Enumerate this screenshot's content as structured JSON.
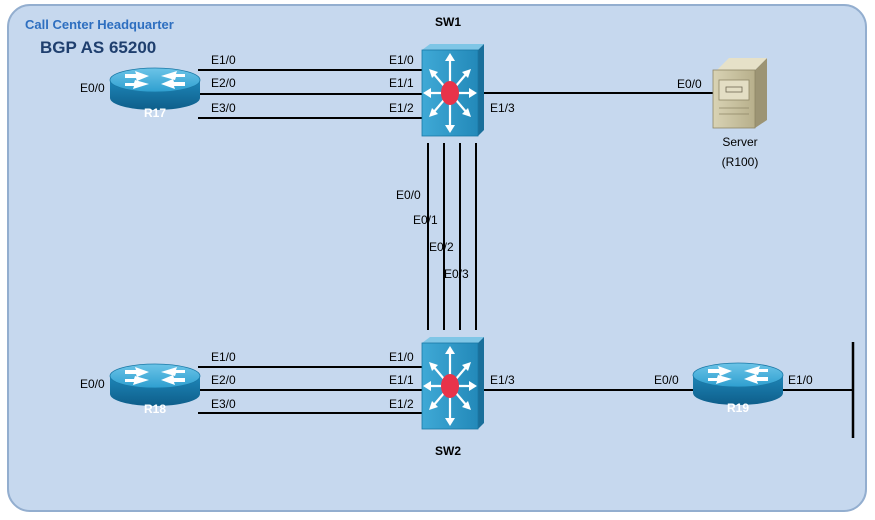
{
  "header": {
    "title": "Call Center Headquarter",
    "subtitle": "BGP AS 65200"
  },
  "devices": {
    "sw1": "SW1",
    "sw2": "SW2",
    "r17": "R17",
    "r18": "R18",
    "r19": "R19",
    "server": "Server",
    "server_sub": "(R100)"
  },
  "interfaces": {
    "r17_e00": "E0/0",
    "r17_e10": "E1/0",
    "r17_e20": "E2/0",
    "r17_e30": "E3/0",
    "sw1_e10": "E1/0",
    "sw1_e11": "E1/1",
    "sw1_e12": "E1/2",
    "sw1_e13": "E1/3",
    "server_e00": "E0/0",
    "trunk_e00": "E0/0",
    "trunk_e01": "E0/1",
    "trunk_e02": "E0/2",
    "trunk_e03": "E0/3",
    "r18_e00": "E0/0",
    "r18_e10": "E1/0",
    "r18_e20": "E2/0",
    "r18_e30": "E3/0",
    "sw2_e10": "E1/0",
    "sw2_e11": "E1/1",
    "sw2_e12": "E1/2",
    "sw2_e13": "E1/3",
    "r19_e00": "E0/0",
    "r19_e10": "E1/0"
  },
  "colors": {
    "background": "#C6D8EE",
    "border": "#93AECF",
    "device_blue": "#1B86B6",
    "switch_face": "#2A98C6",
    "switch_center": "#E8334A"
  }
}
